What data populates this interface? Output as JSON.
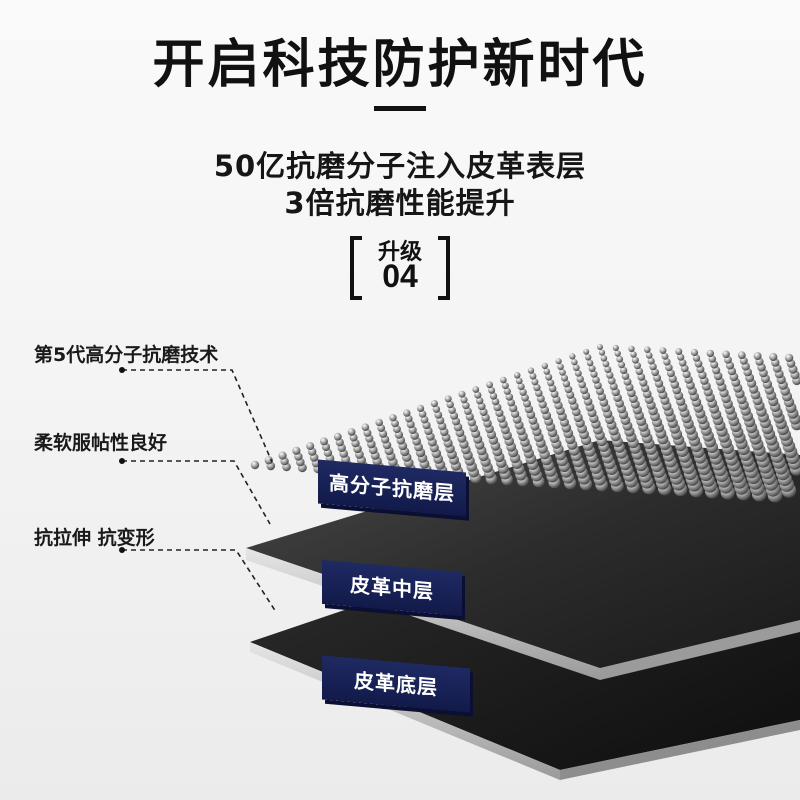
{
  "header": {
    "title": "开启科技防护新时代",
    "line1": "50亿抗磨分子注入皮革表层",
    "line2": "3倍抗磨性能提升"
  },
  "badge": {
    "label": "升级",
    "number": "04"
  },
  "features": [
    "第5代高分子抗磨技术",
    "柔软服帖性良好",
    "抗拉伸  抗变形"
  ],
  "layers": [
    "高分子抗磨层",
    "皮革中层",
    "皮革底层"
  ],
  "colors": {
    "tag_navy": "#16205a",
    "leather_dark": "#2a2a2a",
    "edge_silver": "#c9c9c9"
  }
}
